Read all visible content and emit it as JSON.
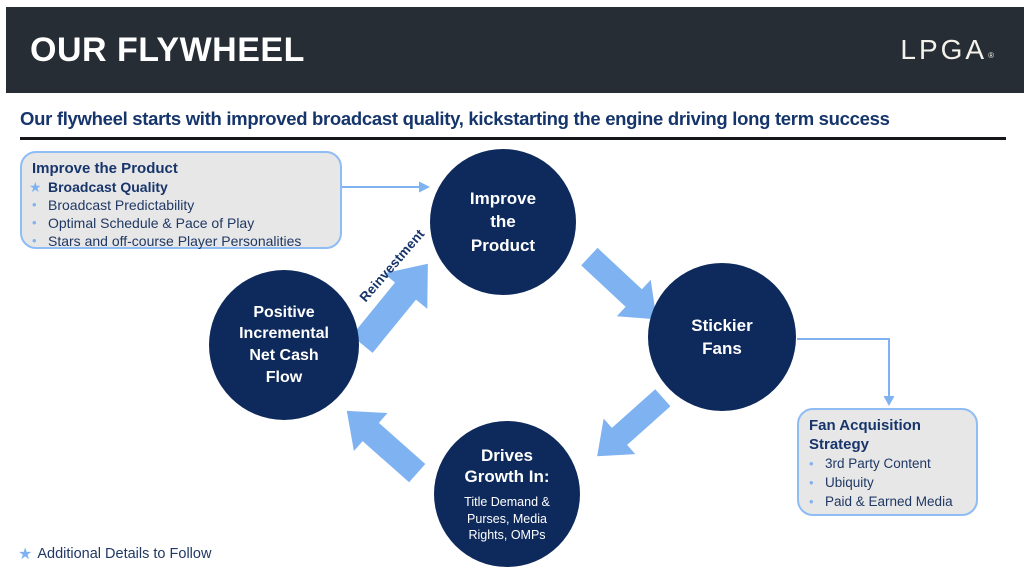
{
  "header": {
    "title": "OUR FLYWHEEL",
    "logo_text": "LPGA"
  },
  "subtitle": {
    "text": "Our flywheel starts with improved broadcast quality, kickstarting the engine driving long term success"
  },
  "left_callout": {
    "title": "Improve the Product",
    "star_item": "Broadcast Quality",
    "bullets": [
      "Broadcast Predictability",
      "Optimal Schedule & Pace of Play",
      "Stars and off-course Player Personalities"
    ]
  },
  "right_callout": {
    "title": "Fan Acquisition Strategy",
    "bullets": [
      "3rd Party Content",
      "Ubiquity",
      "Paid & Earned Media"
    ]
  },
  "flywheel": {
    "reinvestment_label": "Reinvestment",
    "nodes": {
      "improve": "Improve the Product",
      "stickier": "Stickier Fans",
      "drives_title": "Drives Growth In:",
      "drives_sub": "Title Demand & Purses, Media Rights, OMPs",
      "positive": "Positive Incremental Net Cash Flow"
    }
  },
  "footer": {
    "note": "Additional Details to Follow"
  },
  "glyphs": {
    "bullet": "•",
    "star": "★",
    "registered": "®"
  },
  "colors": {
    "header_bg": "#262d34",
    "circle_navy": "#0e2a5c",
    "text_navy": "#1f3864",
    "accent_blue": "#7eb2f0",
    "callout_bg": "#e8e7e7",
    "callout_border": "#8fbcf5"
  }
}
